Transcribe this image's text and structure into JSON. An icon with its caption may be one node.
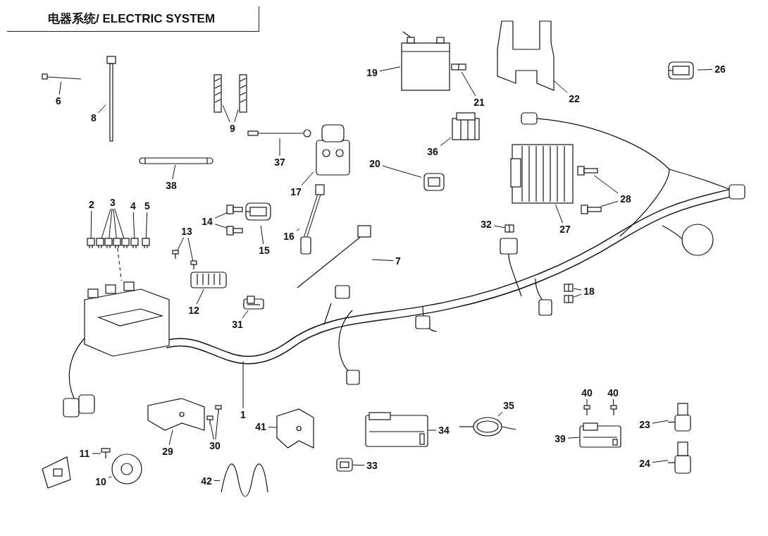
{
  "diagram": {
    "title": "电器系统/ ELECTRIC SYSTEM",
    "nodes": [
      {
        "text": [
          "6"
        ]
      },
      {
        "text": [],
        "shape": "picture"
      },
      {
        "text": [
          "8"
        ]
      },
      {
        "text": [],
        "shape": "picture"
      },
      {
        "text": [
          "9"
        ]
      },
      {
        "text": [],
        "shape": "picture"
      },
      {
        "text": [],
        "shape": "picture"
      },
      {
        "text": [
          "2"
        ]
      },
      {
        "text": [],
        "shape": "picture"
      },
      {
        "text": [
          "3"
        ]
      },
      {
        "text": [],
        "shape": "picture"
      },
      {
        "text": [],
        "shape": "picture"
      },
      {
        "text": [],
        "shape": "picture"
      },
      {
        "text": [],
        "shape": "picture"
      },
      {
        "text": [
          "4"
        ]
      },
      {
        "text": [],
        "shape": "picture"
      },
      {
        "text": [
          "5"
        ]
      },
      {
        "text": [],
        "shape": "picture"
      },
      {
        "text": [
          "37"
        ]
      },
      {
        "text": [],
        "shape": "picture"
      },
      {
        "text": [
          "17"
        ]
      },
      {
        "text": [],
        "shape": "picture"
      },
      {
        "text": [
          "38"
        ]
      },
      {
        "text": [],
        "shape": "picture"
      },
      {
        "text": [
          "19"
        ]
      },
      {
        "text": [],
        "shape": "picture"
      },
      {
        "text": [
          "21"
        ]
      },
      {
        "text": [],
        "shape": "picture"
      },
      {
        "text": [
          "20"
        ]
      },
      {
        "text": [],
        "shape": "picture"
      },
      {
        "text": [
          "36"
        ]
      },
      {
        "text": [],
        "shape": "picture"
      },
      {
        "text": [
          "22"
        ]
      },
      {
        "text": [],
        "shape": "picture"
      },
      {
        "text": [
          "26"
        ]
      },
      {
        "text": [],
        "shape": "picture"
      },
      {
        "text": [
          "27"
        ]
      },
      {
        "text": [],
        "shape": "picture"
      },
      {
        "text": [
          "28"
        ]
      },
      {
        "text": [],
        "shape": "picture"
      },
      {
        "text": [],
        "shape": "picture"
      },
      {
        "text": [
          "13"
        ]
      },
      {
        "text": [],
        "shape": "picture"
      },
      {
        "text": [],
        "shape": "picture"
      },
      {
        "text": [
          "14"
        ]
      },
      {
        "text": [],
        "shape": "picture"
      },
      {
        "text": [],
        "shape": "picture"
      },
      {
        "text": [
          "15"
        ]
      },
      {
        "text": [],
        "shape": "picture"
      },
      {
        "text": [
          "16"
        ]
      },
      {
        "text": [],
        "shape": "picture"
      },
      {
        "text": [
          "12"
        ]
      },
      {
        "text": [],
        "shape": "picture"
      },
      {
        "text": [
          "7"
        ]
      },
      {
        "text": [],
        "shape": "picture"
      },
      {
        "text": [
          "32"
        ]
      },
      {
        "text": [],
        "shape": "picture"
      },
      {
        "text": [
          "31"
        ]
      },
      {
        "text": [],
        "shape": "picture"
      },
      {
        "text": [
          "18"
        ]
      },
      {
        "text": [],
        "shape": "picture"
      },
      {
        "text": [],
        "shape": "picture"
      },
      {
        "text": [
          "1"
        ]
      },
      {
        "text": [
          "29"
        ]
      },
      {
        "text": [],
        "shape": "picture"
      },
      {
        "text": [
          "30"
        ]
      },
      {
        "text": [],
        "shape": "picture"
      },
      {
        "text": [],
        "shape": "picture"
      },
      {
        "text": [
          "41"
        ]
      },
      {
        "text": [],
        "shape": "picture"
      },
      {
        "text": [
          "35"
        ]
      },
      {
        "text": [],
        "shape": "picture"
      },
      {
        "text": [
          "34"
        ]
      },
      {
        "text": [],
        "shape": "picture"
      },
      {
        "text": [
          "40"
        ]
      },
      {
        "text": [],
        "shape": "picture"
      },
      {
        "text": [
          "40"
        ]
      },
      {
        "text": [],
        "shape": "picture"
      },
      {
        "text": [
          "39"
        ]
      },
      {
        "text": [],
        "shape": "picture"
      },
      {
        "text": [
          "23"
        ]
      },
      {
        "text": [],
        "shape": "picture"
      },
      {
        "text": [
          "11"
        ]
      },
      {
        "text": [],
        "shape": "picture"
      },
      {
        "text": [
          "10"
        ]
      },
      {
        "text": [],
        "shape": "picture"
      },
      {
        "text": [
          "42"
        ]
      },
      {
        "text": [],
        "shape": "picture"
      },
      {
        "text": [
          "33"
        ]
      },
      {
        "text": [],
        "shape": "picture"
      },
      {
        "text": [
          "24"
        ]
      },
      {
        "text": [],
        "shape": "picture"
      },
      {
        "text": [],
        "shape": "picture"
      }
    ],
    "edges": [
      {
        "from": 0,
        "to": 1,
        "arrow": "none"
      },
      {
        "from": 2,
        "to": 3,
        "arrow": "none"
      },
      {
        "from": 4,
        "to": 5,
        "arrow": "none"
      },
      {
        "from": 4,
        "to": 6,
        "arrow": "none"
      },
      {
        "from": 7,
        "to": 8,
        "arrow": "none"
      },
      {
        "from": 9,
        "to": 10,
        "arrow": "none"
      },
      {
        "from": 9,
        "to": 11,
        "arrow": "none"
      },
      {
        "from": 9,
        "to": 12,
        "arrow": "none"
      },
      {
        "from": 9,
        "to": 13,
        "arrow": "none"
      },
      {
        "from": 14,
        "to": 15,
        "arrow": "none"
      },
      {
        "from": 16,
        "to": 17,
        "arrow": "none"
      },
      {
        "from": 18,
        "to": 19,
        "arrow": "none"
      },
      {
        "from": 20,
        "to": 21,
        "arrow": "none"
      },
      {
        "from": 22,
        "to": 23,
        "arrow": "none"
      },
      {
        "from": 24,
        "to": 25,
        "arrow": "none"
      },
      {
        "from": 26,
        "to": 27,
        "arrow": "none"
      },
      {
        "from": 28,
        "to": 29,
        "arrow": "none"
      },
      {
        "from": 30,
        "to": 31,
        "arrow": "none"
      },
      {
        "from": 32,
        "to": 33,
        "arrow": "none"
      },
      {
        "from": 34,
        "to": 35,
        "arrow": "none"
      },
      {
        "from": 36,
        "to": 37,
        "arrow": "none"
      },
      {
        "from": 38,
        "to": 39,
        "arrow": "none"
      },
      {
        "from": 38,
        "to": 40,
        "arrow": "none"
      },
      {
        "from": 41,
        "to": 42,
        "arrow": "none"
      },
      {
        "from": 41,
        "to": 43,
        "arrow": "none"
      },
      {
        "from": 44,
        "to": 45,
        "arrow": "none"
      },
      {
        "from": 44,
        "to": 46,
        "arrow": "none"
      },
      {
        "from": 47,
        "to": 48,
        "arrow": "none"
      },
      {
        "from": 49,
        "to": 50,
        "arrow": "none"
      },
      {
        "from": 51,
        "to": 52,
        "arrow": "none"
      },
      {
        "from": 53,
        "to": 54,
        "arrow": "none"
      },
      {
        "from": 55,
        "to": 56,
        "arrow": "none"
      },
      {
        "from": 57,
        "to": 58,
        "arrow": "none"
      },
      {
        "from": 59,
        "to": 60,
        "arrow": "none"
      },
      {
        "from": 59,
        "to": 61,
        "arrow": "none"
      },
      {
        "from": 62,
        "to": null,
        "arrow": "none"
      },
      {
        "from": 63,
        "to": 64,
        "arrow": "none"
      },
      {
        "from": 65,
        "to": 66,
        "arrow": "none"
      },
      {
        "from": 65,
        "to": 67,
        "arrow": "none"
      },
      {
        "from": 68,
        "to": 69,
        "arrow": "none"
      },
      {
        "from": 70,
        "to": 71,
        "arrow": "none"
      },
      {
        "from": 72,
        "to": 73,
        "arrow": "none"
      },
      {
        "from": 74,
        "to": 75,
        "arrow": "none"
      },
      {
        "from": 76,
        "to": 77,
        "arrow": "none"
      },
      {
        "from": 78,
        "to": 79,
        "arrow": "none"
      },
      {
        "from": 80,
        "to": 81,
        "arrow": "none"
      },
      {
        "from": 82,
        "to": 83,
        "arrow": "none"
      },
      {
        "from": 84,
        "to": 85,
        "arrow": "none"
      },
      {
        "from": 86,
        "to": 87,
        "arrow": "none"
      },
      {
        "from": 88,
        "to": 89,
        "arrow": "none"
      },
      {
        "from": 90,
        "to": 91,
        "arrow": "none"
      },
      {
        "from": 12,
        "to": 92,
        "arrow": "none",
        "style": "dashed"
      }
    ]
  }
}
